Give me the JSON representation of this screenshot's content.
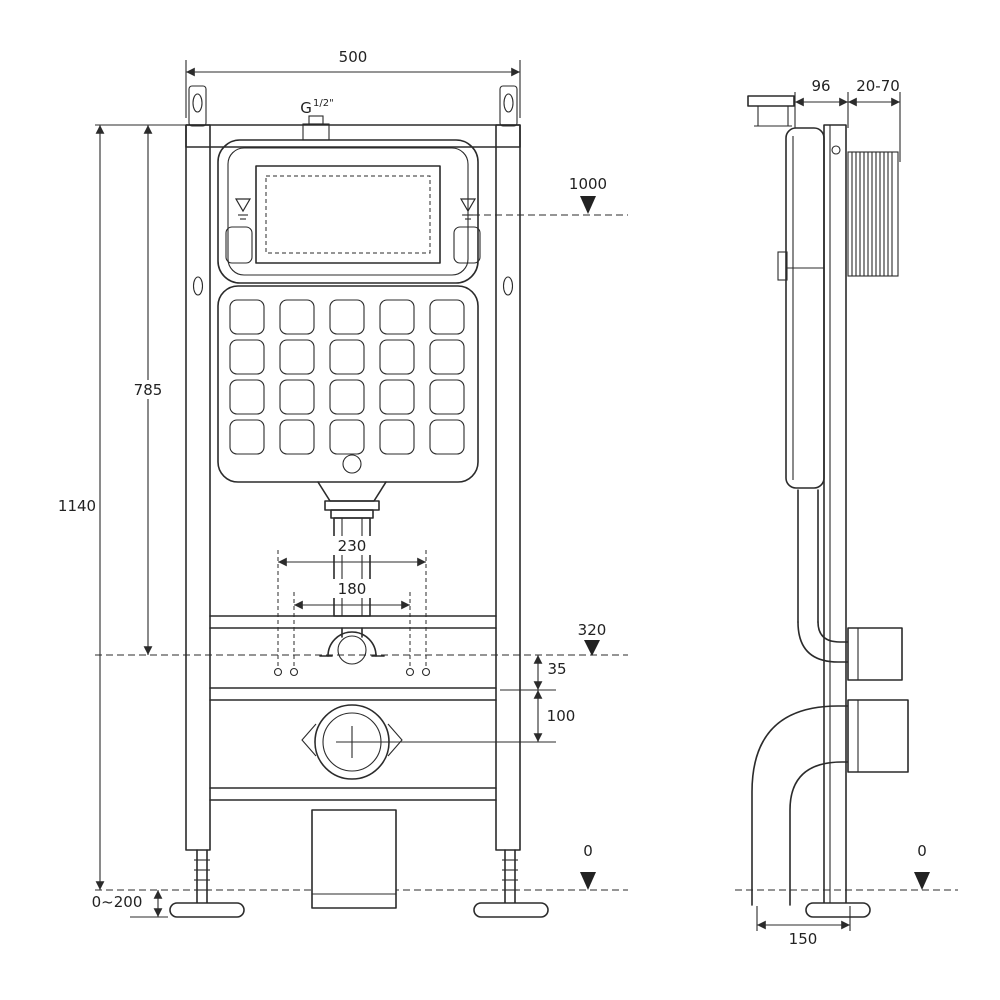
{
  "colors": {
    "line": "#2b2b2b",
    "background": "#ffffff"
  },
  "front_view": {
    "width": "500",
    "inlet_thread_prefix": "G",
    "inlet_thread_size": "1/2\"",
    "level_top": "1000",
    "frame_height": "785",
    "total_height": "1140",
    "fixing_width_outer": "230",
    "fixing_width_inner": "180",
    "level_outlet": "320",
    "offset_35": "35",
    "offset_100": "100",
    "foot_adjust_range": "0~200",
    "level_floor": "0"
  },
  "side_view": {
    "frame_depth": "96",
    "wall_distance_range": "20-70",
    "level_floor": "0",
    "base_depth": "150"
  }
}
